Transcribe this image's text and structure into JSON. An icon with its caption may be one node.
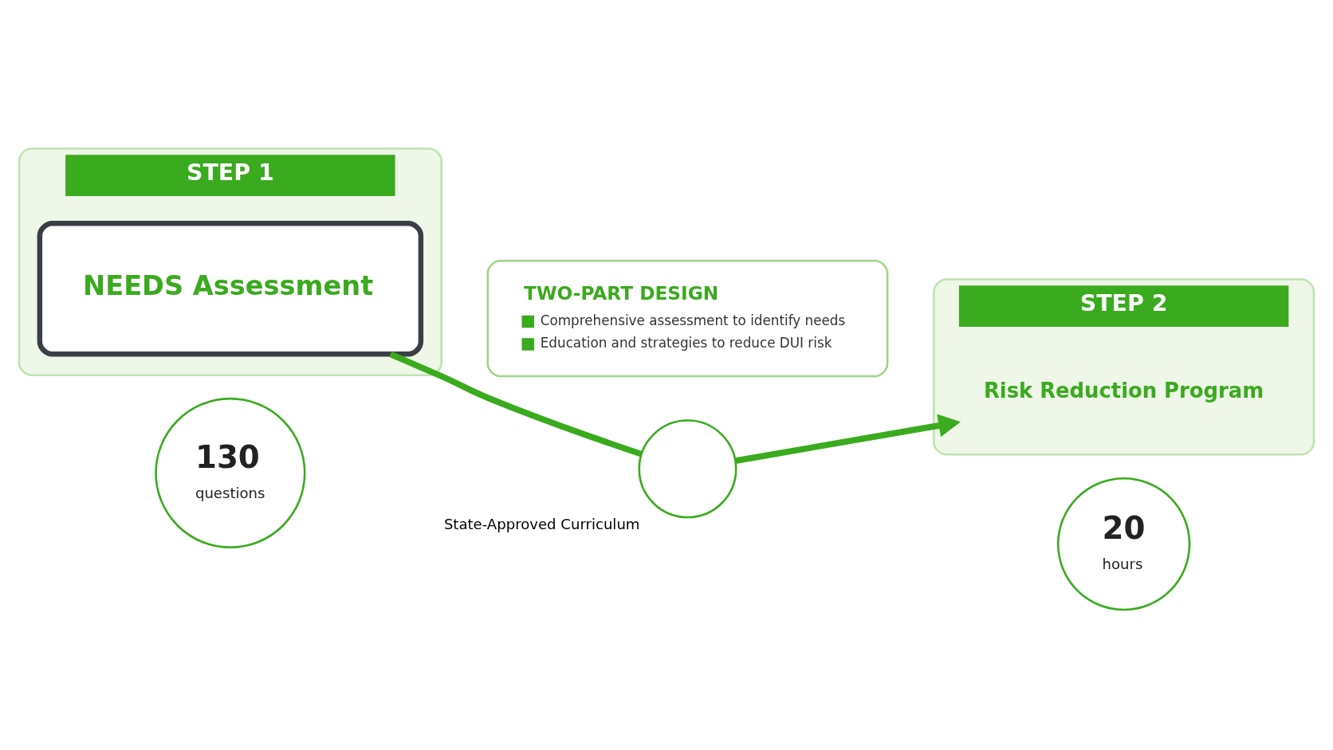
{
  "diagram": {
    "nodes": [
      {
        "text": [
          "STEP 1"
        ]
      },
      {
        "text": [
          "NEEDS Assessment"
        ],
        "in": 0
      },
      {
        "text": [
          "130",
          "questions"
        ]
      },
      {
        "text": [],
        "shape": "circle",
        "beside": [
          "State-Approved Curriculum"
        ]
      },
      {
        "text": [
          "STEP 2"
        ]
      },
      {
        "text": [
          "Risk Reduction Program"
        ],
        "in": 4
      },
      {
        "text": [
          "20",
          "hours"
        ]
      },
      {
        "text": [
          "TWO-PART DESIGN",
          "Comprehensive assessment to identify needs",
          "Education and strategies to reduce DUI risk"
        ]
      }
    ],
    "edges": [
      {
        "from": 1,
        "to": 3,
        "arrow": "none"
      },
      {
        "from": 3,
        "to": 5,
        "arrow": "to"
      }
    ]
  }
}
